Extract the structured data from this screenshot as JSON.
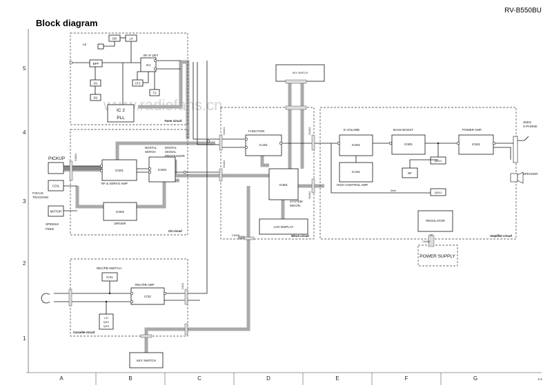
{
  "header": {
    "title": "Block diagram",
    "model": "RV-B550BU",
    "page": "2-1",
    "watermark": "www.radiofans.cn"
  },
  "grid": {
    "rows": [
      "5",
      "4",
      "3",
      "2",
      "1"
    ],
    "cols": [
      "A",
      "B",
      "C",
      "D",
      "E",
      "F",
      "G"
    ]
  },
  "circuits": {
    "tuner": "Tuner circuit",
    "cd": "CD circuit",
    "micon": "Micon circuit",
    "amplifier": "Amplifier circuit",
    "cassette": "Cassette circuit"
  },
  "tuner": {
    "d8": "D8",
    "l4": "L4",
    "l5": "L5",
    "rf_if_det": "RF IF DET",
    "ic1": "IC1",
    "bpf": "BPF",
    "d1": "D1",
    "d2": "D2",
    "cf1": "CF1",
    "t2": "T2",
    "ic2": "IC 2",
    "pll": "PLL"
  },
  "cd": {
    "pickup": "PICKUP",
    "coil": "COIL",
    "motor": "MOTOR",
    "focus": "FOCUS",
    "tracking": "TRACKING",
    "spindle": "SPINDLE",
    "feed": "FEED",
    "ic601": "IC601",
    "rf_servo": "RF & SERVO AMP",
    "dsp1": "DIGITAL",
    "dsp2": "SERVO",
    "dsp3": "DIGITAL",
    "dsp4": "SIGNAL",
    "dsp5": "PROCESSOR",
    "ic603": "IC603",
    "ic602": "IC602",
    "driver": "DRIVER"
  },
  "micon": {
    "key_switch_top": "KEY SWITCH",
    "function": "FUNCTION",
    "ic401": "IC401",
    "ic901": "IC901",
    "system1": "SYSTEM",
    "system2": "MICON.",
    "lcd": "LCD DISPLAY"
  },
  "amp": {
    "evolume": "E.VOLUME",
    "ic501": "IC501",
    "ic431": "IC431",
    "high_control": "HIGH CONTROL AMP.",
    "bass_boost": "BASS BOOST",
    "ic801": "IC801",
    "nf": "NF",
    "q6101": "Q6101",
    "q6301": "Q6301",
    "mute": "Mute",
    "power_amp": "POWER AMP.",
    "ic631": "IC631",
    "j6301": "J6301",
    "hphone": "H.PHONE",
    "speaker": "SPEAKER",
    "regulator": "REGULATOR",
    "power_supply": "POWER SUPPLY"
  },
  "cassette": {
    "rec_pb_switch": "REC/PB SWITCH",
    "ic31": "IC31",
    "rec_pb_amp": "REC/PB AMP",
    "ic32": "IC32",
    "l31": "L31",
    "q301": "Q301",
    "q303": "Q303",
    "key_switch": "KEY SWITCH"
  },
  "connectors": {
    "cn601": "CN601",
    "cn401": "CN401",
    "cn402": "CN402",
    "cn403": "CN403",
    "cn404": "CN404",
    "cn405": "CN405",
    "cn406": "CN406",
    "cn31": "CN31"
  }
}
